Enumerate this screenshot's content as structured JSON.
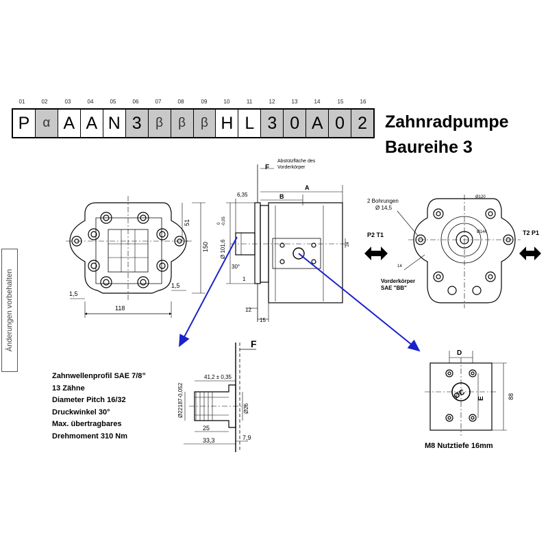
{
  "position_numbers": [
    "01",
    "02",
    "03",
    "04",
    "05",
    "06",
    "07",
    "08",
    "09",
    "10",
    "11",
    "12",
    "13",
    "14",
    "15",
    "16"
  ],
  "code_cells": [
    {
      "char": "P",
      "grey": false
    },
    {
      "char": "α",
      "grey": true
    },
    {
      "char": "A",
      "grey": false
    },
    {
      "char": "A",
      "grey": false
    },
    {
      "char": "N",
      "grey": false
    },
    {
      "char": "3",
      "grey": true
    },
    {
      "char": "β",
      "grey": true
    },
    {
      "char": "β",
      "grey": true
    },
    {
      "char": "β",
      "grey": true
    },
    {
      "char": "H",
      "grey": false
    },
    {
      "char": "L",
      "grey": false
    },
    {
      "char": "3",
      "grey": true
    },
    {
      "char": "0",
      "grey": true
    },
    {
      "char": "A",
      "grey": true
    },
    {
      "char": "0",
      "grey": true
    },
    {
      "char": "2",
      "grey": true
    }
  ],
  "title_line1": "Zahnradpumpe",
  "title_line2": "Baureihe 3",
  "side_note": "Änderungen vorbehalten",
  "front_view": {
    "dim_width": "118",
    "dim_height": "150",
    "dim_top": "51",
    "dim_left": "1,5",
    "dim_right": "1,5"
  },
  "side_view": {
    "label_F": "F",
    "note_line1": "Abstützfläche des",
    "note_line2": "Vorderkörper",
    "dim_A": "A",
    "dim_B": "B",
    "dim_635": "6,35",
    "dim_diameter": "Ø 101,6",
    "dim_tol_top": "0",
    "dim_tol_bottom": "-0,05",
    "dim_30": "30°",
    "dim_1": "1",
    "dim_12": "12",
    "dim_15": "15",
    "dim_24": "24"
  },
  "rear_view": {
    "bohrungen_line1": "2 Bohrungen",
    "bohrungen_line2": "Ø 14,5",
    "port_left": "P2 T1",
    "port_right": "T2 P1",
    "vorder_line1": "Vorderkörper",
    "vorder_line2": "SAE \"BB\"",
    "dim_120": "Ø120",
    "dim_144": "Ø144",
    "dim_14": "14"
  },
  "shaft_spec": [
    "Zahnwellenprofil SAE 7/8”",
    "13 Zähne",
    "Diameter Pitch 16/32",
    "Druckwinkel 30°",
    "Max. übertragbares",
    "Drehmoment 310 Nm"
  ],
  "shaft_detail": {
    "label_F": "F",
    "dim_412": "41,2 ± 0,35",
    "dim_22187": "Ø22187-0,052",
    "dim_26": "Ø26",
    "dim_25": "25",
    "dim_333": "33,3",
    "dim_79": "7,9"
  },
  "port_detail": {
    "label_D": "D",
    "label_C": "ØC",
    "label_E": "E",
    "dim_88": "88",
    "caption": "M8 Nutztiefe 16mm"
  },
  "colors": {
    "arrow_blue": "#1a22cc",
    "grey_cell": "#c8c8c8"
  }
}
